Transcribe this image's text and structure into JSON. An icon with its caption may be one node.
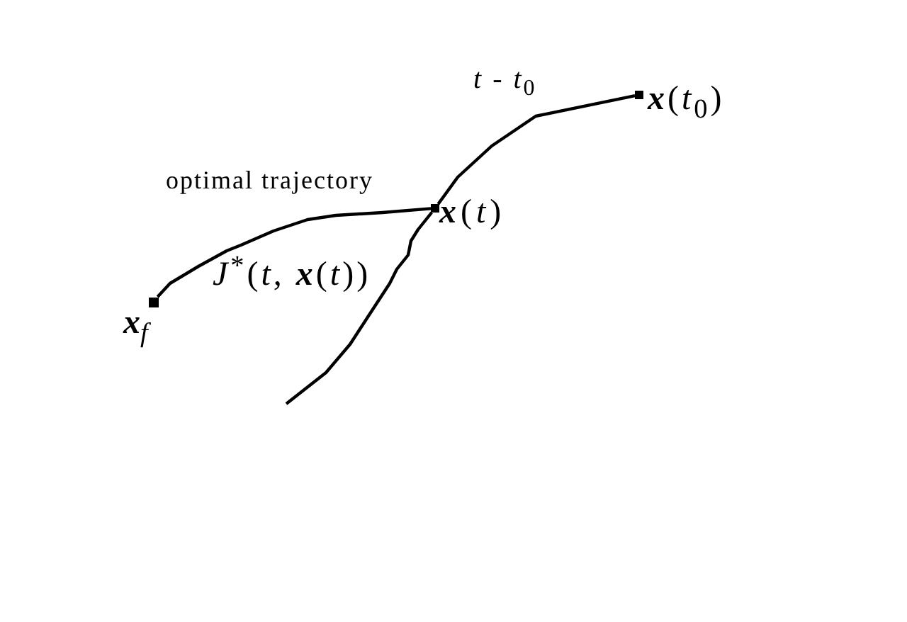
{
  "diagram": {
    "nodes": [
      {
        "text": [],
        "shape": "box",
        "beside": [
          "**x**(*t*$_{0}$)"
        ]
      },
      {
        "text": [],
        "shape": "box",
        "beside": [
          "**x**(*t*)"
        ]
      },
      {
        "text": [],
        "shape": "box",
        "beside": [
          "**x**$_{f}$"
        ]
      }
    ],
    "edges": [
      {
        "from": 0,
        "to": 1,
        "arrow": "none",
        "label": "*t* - *t*$_{0}$"
      },
      {
        "from": 1,
        "to": 2,
        "arrow": "none",
        "label": "optimal trajectory"
      },
      {
        "from": 1,
        "to": null,
        "arrow": "none"
      }
    ],
    "labels": [
      "*J*$^{*}$(*t*, **x**(*t*))"
    ]
  }
}
